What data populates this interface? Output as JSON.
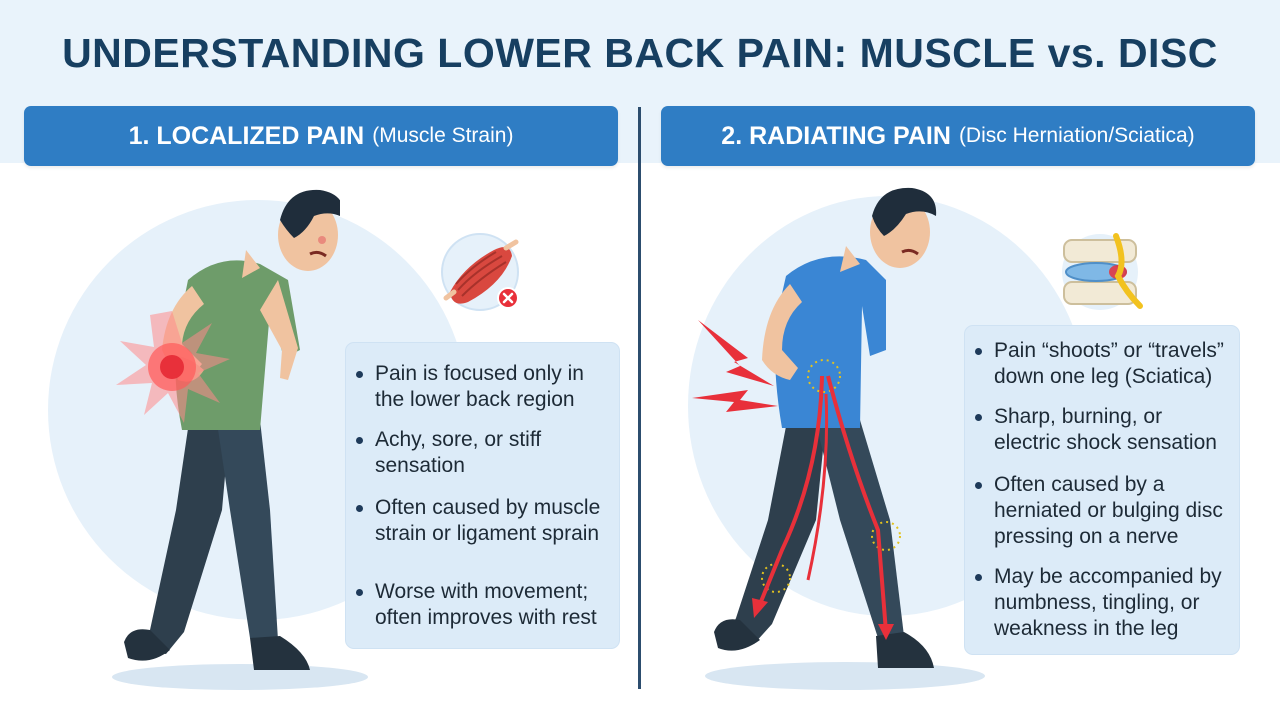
{
  "title": "UNDERSTANDING LOWER BACK PAIN: MUSCLE vs. DISC",
  "left_panel": {
    "heading": "1. LOCALIZED PAIN",
    "subheading": "(Muscle Strain)",
    "bullets": [
      "Pain is focused only in the lower back region",
      "Achy, sore, or stiff sensation",
      "Often caused by muscle strain or ligament sprain",
      "Worse with movement; often improves with rest"
    ],
    "icon": "muscle-strain-icon"
  },
  "right_panel": {
    "heading": "2. RADIATING PAIN",
    "subheading": "(Disc Herniation/Sciatica)",
    "bullets": [
      "Pain “shoots” or “travels” down one leg (Sciatica)",
      "Sharp, burning, or electric shock sensation",
      "Often caused by a herniated or bulging disc pressing on a nerve",
      "May be accompanied by numbness, tingling, or weakness in the leg"
    ],
    "icon": "herniated-disc-icon"
  },
  "colors": {
    "title": "#173f61",
    "header_band": "#e9f3fb",
    "section_header": "#2f7dc4",
    "divider": "#2c4d6e",
    "info_box": "#dcebf8",
    "pain_red": "#e8303a",
    "left_shirt": "#6e9c6a",
    "right_shirt": "#3a86d4",
    "pants": "#2e3f4d"
  }
}
